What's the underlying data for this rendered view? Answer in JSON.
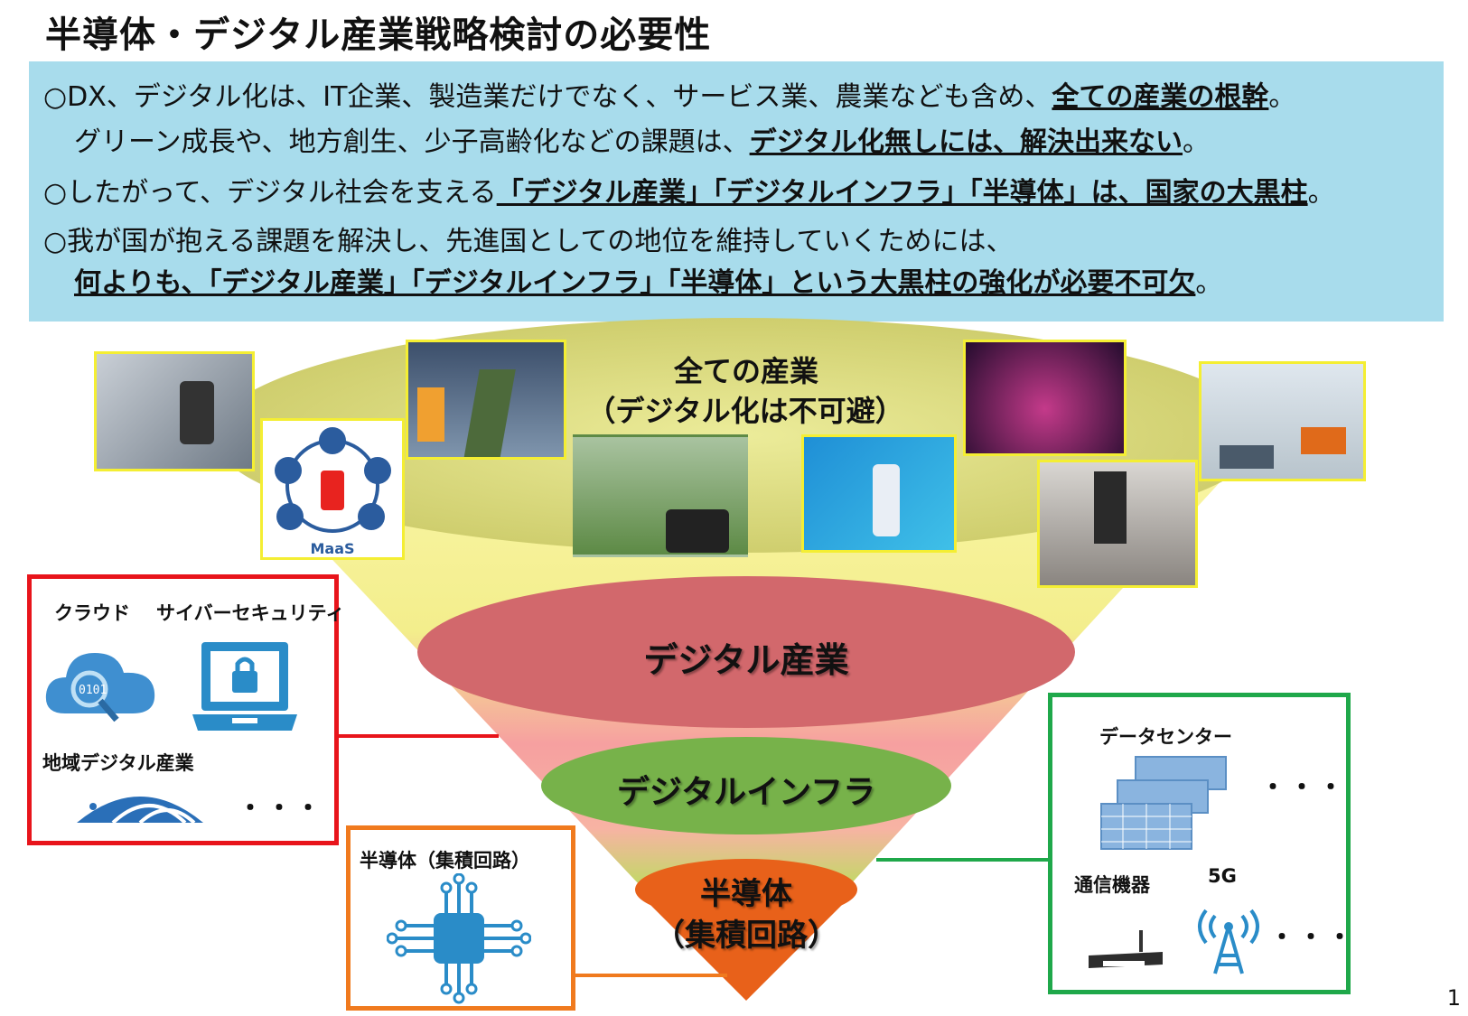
{
  "title": "半導体・デジタル産業戦略検討の必要性",
  "points": {
    "p1_line1_a": "○DX、デジタル化は、IT企業、製造業だけでなく、サービス業、農業なども含め、",
    "p1_line1_em": "全ての産業の根幹",
    "p1_line1_end": "。",
    "p1_line2_a": "グリーン成長や、地方創生、少子高齢化などの課題は、",
    "p1_line2_em": "デジタル化無しには、解決出来ない",
    "p1_line2_end": "。",
    "p2_a": "○したがって、デジタル社会を支える",
    "p2_em": "「デジタル産業」「デジタルインフラ」「半導体」は、国家の大黒柱",
    "p2_end": "。",
    "p3_line1": "○我が国が抱える課題を解決し、先進国としての地位を維持していくためには、",
    "p3_line2_em": "何よりも、「デジタル産業」「デジタルインフラ」「半導体」という大黒柱の強化が必要不可欠",
    "p3_line2_end": "。"
  },
  "funnel": {
    "top_label_1": "全ての産業",
    "top_label_2": "（デジタル化は不可避）",
    "layer1": "デジタル産業",
    "layer2": "デジタルインフラ",
    "layer3_1": "半導体",
    "layer3_2": "（集積回路）"
  },
  "images": {
    "maas_label": "MaaS"
  },
  "box_digital_industry": {
    "cloud": "クラウド",
    "security": "サイバーセキュリティ",
    "regional": "地域デジタル産業",
    "more": "・・・",
    "cloud_binary": "0101"
  },
  "box_semiconductor": {
    "title": "半導体（集積回路）"
  },
  "box_infra": {
    "datacenter": "データセンター",
    "comm": "通信機器",
    "fiveg": "5G",
    "more1": "・・・",
    "more2": "・・・"
  },
  "colors": {
    "title_box": "#a8dcec",
    "digital_industry": "#d2686c",
    "digital_infra": "#77b24a",
    "semiconductor": "#e8611a",
    "red_frame": "#e8141b",
    "orange_frame": "#f07a1e",
    "green_frame": "#1fa84a",
    "photo_frame": "#f4ee33",
    "icon_blue": "#2a8cc8"
  },
  "page_number": "1"
}
